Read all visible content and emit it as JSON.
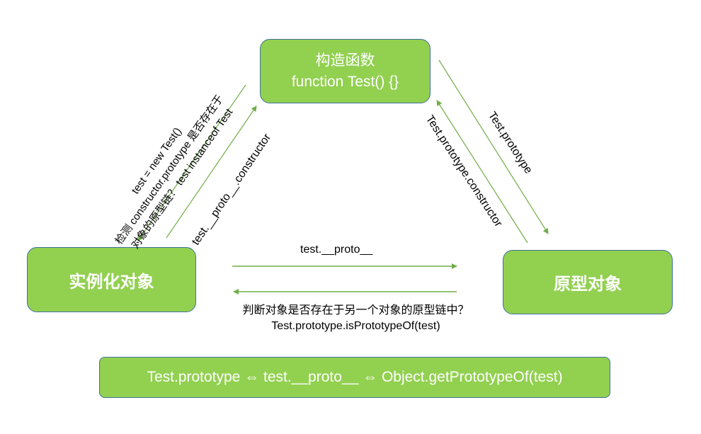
{
  "nodes": {
    "constructor": {
      "title": "构造函数",
      "code": "function Test() {}"
    },
    "instance": {
      "title": "实例化对象"
    },
    "prototype": {
      "title": "原型对象"
    }
  },
  "edges": {
    "constructor_to_instance": {
      "line1": "test = new Test()",
      "line2": "检测 constructor.prototype 是否存在于",
      "line3": "对象的原型链？ test instanceof Test"
    },
    "instance_to_constructor": {
      "label": "test.__proto__.constructor"
    },
    "constructor_to_prototype": {
      "label": "Test.prototype"
    },
    "prototype_to_constructor": {
      "label": "Test.prototype.constructor"
    },
    "instance_to_prototype": {
      "label": "test.__proto__"
    },
    "prototype_to_instance": {
      "line1": "判断对象是否存在于另一个对象的原型链中？",
      "line2": "Test.prototype.isPrototypeOf(test)"
    }
  },
  "equivalence": {
    "text": "Test.prototype ⇔ test.__proto__ ⇔ Object.getPrototypeOf(test)"
  },
  "colors": {
    "node_fill": "#92d050",
    "node_border": "#41719c",
    "arrow": "#70ad47"
  }
}
